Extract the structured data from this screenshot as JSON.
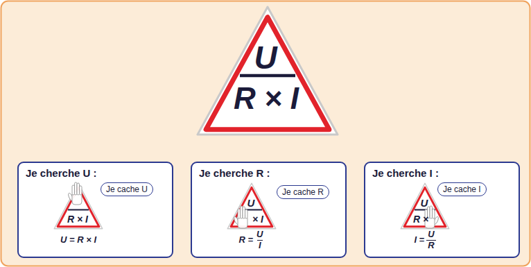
{
  "diagram": {
    "nodes": [
      {
        "text": [
          "U",
          "R × I"
        ]
      },
      {
        "text": [
          "Je cherche U :",
          "U = R × I"
        ]
      },
      {
        "text": [
          "R × I"
        ],
        "in": 1
      },
      {
        "text": [
          "Je cache U"
        ],
        "in": 1
      },
      {
        "text": [
          "Je cherche R :",
          "R =",
          "U",
          "I"
        ]
      },
      {
        "text": [
          "U",
          "× I"
        ],
        "in": 4
      },
      {
        "text": [
          "Je cache R"
        ],
        "in": 4
      },
      {
        "text": [
          "Je cherche I :",
          "I =",
          "U",
          "R"
        ]
      },
      {
        "text": [
          "U",
          "R ×"
        ],
        "in": 7
      },
      {
        "text": [
          "Je cache I"
        ],
        "in": 7
      }
    ]
  }
}
